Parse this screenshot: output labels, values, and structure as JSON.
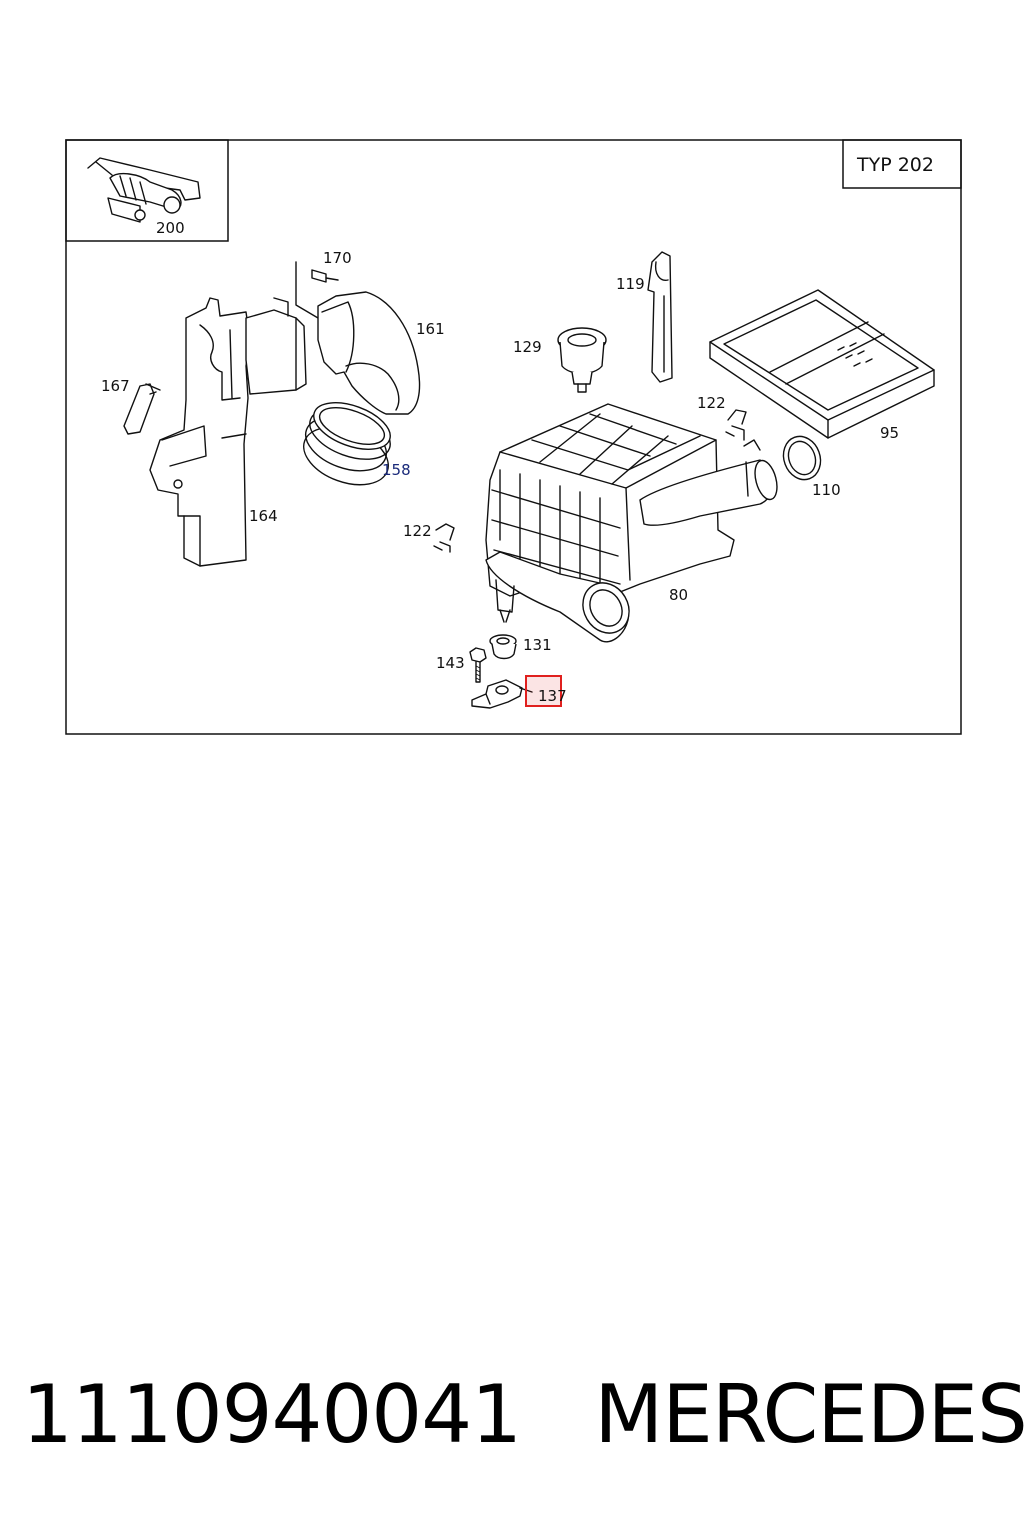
{
  "diagram": {
    "typ_label": "TYP  202",
    "labels": {
      "p200": "200",
      "p170": "170",
      "p161": "161",
      "p167": "167",
      "p158": "158",
      "p164": "164",
      "p129": "129",
      "p119": "119",
      "p122a": "122",
      "p122b": "122",
      "p95": "95",
      "p110": "110",
      "p80": "80",
      "p131": "131",
      "p143": "143",
      "p137": "137"
    },
    "highlight_color": "#e0201e"
  },
  "footer": {
    "text": "1110940041   MERCEDES"
  }
}
